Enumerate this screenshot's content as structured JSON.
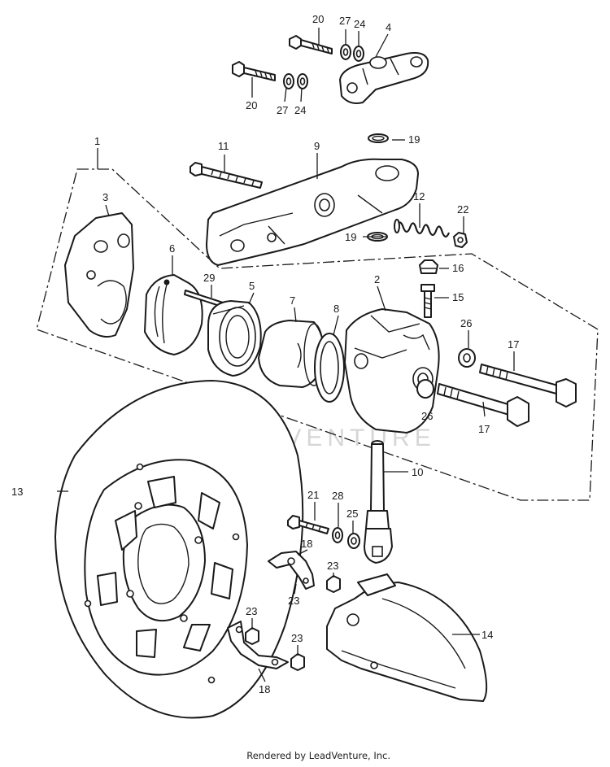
{
  "callouts": {
    "c1": "1",
    "c2": "2",
    "c3": "3",
    "c4": "4",
    "c5": "5",
    "c6": "6",
    "c7": "7",
    "c8": "8",
    "c9": "9",
    "c10": "10",
    "c11": "11",
    "c12": "12",
    "c13": "13",
    "c14": "14",
    "c15": "15",
    "c16": "16",
    "c17": "17",
    "c18": "18",
    "c19": "19",
    "c20": "20",
    "c21": "21",
    "c22": "22",
    "c23": "23",
    "c24": "24",
    "c25": "25",
    "c26": "26",
    "c27": "27",
    "c28": "28",
    "c29": "29"
  },
  "watermark": "LEADVENTURE",
  "footer": "Rendered by LeadVenture, Inc."
}
